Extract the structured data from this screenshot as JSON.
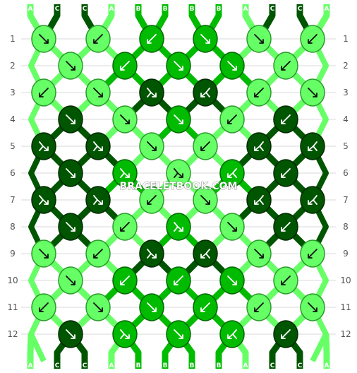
{
  "watermark": "BRACELETBOOK.COM",
  "colors": {
    "A": "#66ff66",
    "B": "#00bb00",
    "C": "#005500"
  },
  "top_strands": [
    "A",
    "C",
    "C",
    "A",
    "B",
    "B",
    "B",
    "B",
    "A",
    "C",
    "C",
    "A"
  ],
  "bottom_strands": [
    "A",
    "C",
    "C",
    "A",
    "B",
    "B",
    "B",
    "B",
    "A",
    "C",
    "C",
    "A"
  ],
  "row_labels": [
    "1",
    "2",
    "3",
    "4",
    "5",
    "6",
    "7",
    "8",
    "9",
    "10",
    "11",
    "12"
  ],
  "knots": [
    [
      {
        "c": "A",
        "d": "se"
      },
      {
        "c": "A",
        "d": "sw"
      },
      {
        "c": "B",
        "d": "sw"
      },
      {
        "c": "B",
        "d": "se"
      },
      {
        "c": "A",
        "d": "se"
      },
      {
        "c": "A",
        "d": "sw"
      }
    ],
    [
      {
        "c": "A",
        "d": "se"
      },
      {
        "c": "B",
        "d": "sw"
      },
      {
        "c": "B",
        "d": "se"
      },
      {
        "c": "B",
        "d": "se"
      },
      {
        "c": "A",
        "d": "sw"
      }
    ],
    [
      {
        "c": "A",
        "d": "sw"
      },
      {
        "c": "A",
        "d": "se"
      },
      {
        "c": "C",
        "d": "sr"
      },
      {
        "c": "C",
        "d": "sl"
      },
      {
        "c": "A",
        "d": "sw"
      },
      {
        "c": "A",
        "d": "se"
      }
    ],
    [
      {
        "c": "C",
        "d": "se"
      },
      {
        "c": "A",
        "d": "se"
      },
      {
        "c": "B",
        "d": "se"
      },
      {
        "c": "A",
        "d": "sw"
      },
      {
        "c": "C",
        "d": "sw"
      }
    ],
    [
      {
        "c": "C",
        "d": "sr"
      },
      {
        "c": "C",
        "d": "sr"
      },
      {
        "c": "A",
        "d": "se"
      },
      {
        "c": "A",
        "d": "sw"
      },
      {
        "c": "C",
        "d": "sl"
      },
      {
        "c": "C",
        "d": "sl"
      }
    ],
    [
      {
        "c": "C",
        "d": "se"
      },
      {
        "c": "B",
        "d": "sr"
      },
      {
        "c": "A",
        "d": "sr"
      },
      {
        "c": "B",
        "d": "sl"
      },
      {
        "c": "C",
        "d": "sw"
      }
    ],
    [
      {
        "c": "C",
        "d": "sr"
      },
      {
        "c": "C",
        "d": "sr"
      },
      {
        "c": "A",
        "d": "sw"
      },
      {
        "c": "A",
        "d": "se"
      },
      {
        "c": "C",
        "d": "sl"
      },
      {
        "c": "C",
        "d": "sl"
      }
    ],
    [
      {
        "c": "C",
        "d": "se"
      },
      {
        "c": "A",
        "d": "sw"
      },
      {
        "c": "B",
        "d": "sr"
      },
      {
        "c": "A",
        "d": "se"
      },
      {
        "c": "C",
        "d": "sw"
      }
    ],
    [
      {
        "c": "A",
        "d": "se"
      },
      {
        "c": "A",
        "d": "sw"
      },
      {
        "c": "C",
        "d": "sr"
      },
      {
        "c": "C",
        "d": "sl"
      },
      {
        "c": "A",
        "d": "se"
      },
      {
        "c": "A",
        "d": "sw"
      }
    ],
    [
      {
        "c": "A",
        "d": "se"
      },
      {
        "c": "B",
        "d": "sw"
      },
      {
        "c": "B",
        "d": "sw"
      },
      {
        "c": "B",
        "d": "se"
      },
      {
        "c": "A",
        "d": "sw"
      }
    ],
    [
      {
        "c": "A",
        "d": "sw"
      },
      {
        "c": "A",
        "d": "se"
      },
      {
        "c": "B",
        "d": "se"
      },
      {
        "c": "B",
        "d": "sw"
      },
      {
        "c": "A",
        "d": "sw"
      },
      {
        "c": "A",
        "d": "se"
      }
    ],
    [
      {
        "c": "C",
        "d": "se"
      },
      {
        "c": "B",
        "d": "sr"
      },
      {
        "c": "B",
        "d": "se"
      },
      {
        "c": "B",
        "d": "sl"
      },
      {
        "c": "C",
        "d": "sw"
      }
    ]
  ]
}
